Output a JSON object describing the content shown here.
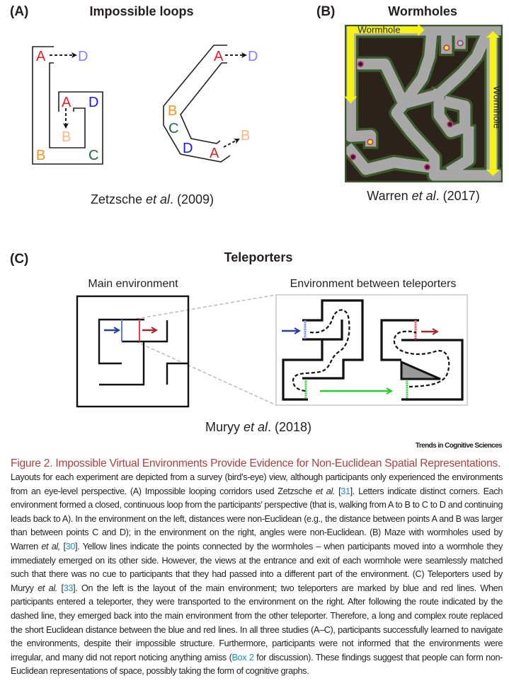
{
  "panel_a": {
    "label": "(A)",
    "title": "Impossible loops",
    "citation": {
      "author": "Zetzsche ",
      "etal": "et al",
      "rest": ". (2009)"
    },
    "left_letters": [
      {
        "text": "A",
        "color": "#ee1c25"
      },
      {
        "text": "D",
        "color": "#8080ff"
      },
      {
        "text": "A",
        "color": "#ee1c25"
      },
      {
        "text": "D",
        "color": "#1414ff"
      },
      {
        "text": "B",
        "color": "#ffb57f"
      },
      {
        "text": "B",
        "color": "#f7921e"
      },
      {
        "text": "C",
        "color": "#1e6b3b"
      }
    ],
    "right_letters": [
      {
        "text": "A",
        "color": "#ee1c25"
      },
      {
        "text": "D",
        "color": "#8080ff"
      },
      {
        "text": "B",
        "color": "#f7921e"
      },
      {
        "text": "C",
        "color": "#1e6b3b"
      },
      {
        "text": "D",
        "color": "#1414ff"
      },
      {
        "text": "A",
        "color": "#ee1c25"
      },
      {
        "text": "B",
        "color": "#ffb57f"
      }
    ]
  },
  "panel_b": {
    "label": "(B)",
    "title": "Wormholes",
    "wormhole_top": "Wormhole",
    "wormhole_right": "Wormhole",
    "citation": {
      "author": "Warren ",
      "etal": "et al",
      "rest": ". (2017)"
    },
    "colors": {
      "wormhole": "#f5f218",
      "corridor": "#a8a8a8",
      "wall": "#2b2219",
      "hedge": "#3c5a2b"
    }
  },
  "panel_c": {
    "label": "(C)",
    "title": "Teleporters",
    "main_label": "Main environment",
    "between_label": "Environment between teleporters",
    "citation": {
      "author": "Muryy ",
      "etal": "et al",
      "rest": ". (2018)"
    },
    "colors": {
      "teleporter_1": "#2a3f9e",
      "teleporter_2": "#a52a2a",
      "exit": "#22cc33"
    }
  },
  "journal": "Trends in Cognitive Sciences",
  "caption": {
    "title": "Figure 2. Impossible Virtual Environments Provide Evidence for Non-Euclidean Spatial Representations.",
    "segments": [
      "Layouts for each experiment are depicted from a survey (bird’s-eye) view, although participants only experienced the environments from an eye-level perspective. (A) Impossible looping corridors used Zetzsche ",
      "et al.",
      " [",
      "31",
      "]. Letters indicate distinct corners. Each environment formed a closed, continuous loop from the participants’ perspective (that is, walking from A to B to C to D and continuing leads back to A). In the environment on the left, distances were non-Euclidean (e.g., the distance between points A and B was larger than between points C and D); in the environment on the right, angles were non-Euclidean. (B) Maze with wormholes used by Warren ",
      "et al,",
      " [",
      "30",
      "]. Yellow lines indicate the points connected by the wormholes – when participants moved into a wormhole they immediately emerged on its other side. However, the views at the entrance and exit of each wormhole were seamlessly matched such that there was no cue to participants that they had passed into a different part of the environment. (C) Teleporters used by Muryy ",
      "et al.",
      " [",
      "33",
      "]. On the left is the layout of the main environment; two teleporters are marked by blue and red lines. When participants entered a teleporter, they were transported to the environment on the right. After following the route indicated by the dashed line, they emerged back into the main environment from the other teleporter. Therefore, a long and complex route replaced the short Euclidean distance between the blue and red lines. In all three studies (A–C), participants successfully learned to navigate the environments, despite their impossible structure. Furthermore, participants were not informed that the environments were irregular, and many did not report noticing anything amiss (",
      "Box 2",
      " for discussion). These findings suggest that people can form non-Euclidean representations of space, possibly taking the form of cognitive graphs."
    ],
    "colors": {
      "title": "#b0403e",
      "link": "#1a8fc9"
    }
  }
}
